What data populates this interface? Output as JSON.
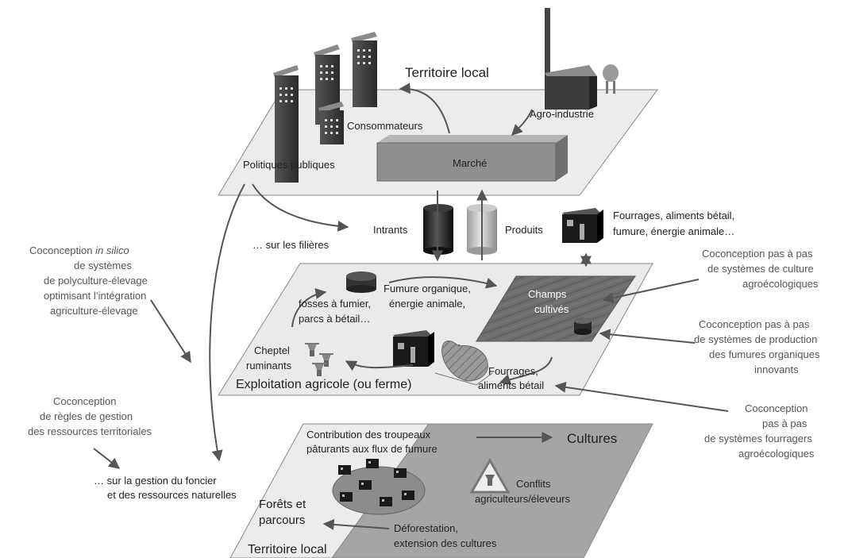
{
  "planes": {
    "top_title": "Territoire local",
    "middle_title": "Exploitation agricole (ou ferme)",
    "bottom_title": "Territoire local"
  },
  "top": {
    "consumers": "Consommateurs",
    "agro": "Agro-industrie",
    "policies": "Politiques publiques",
    "market": "Marché"
  },
  "flows": {
    "intrants": "Intrants",
    "produits": "Produits",
    "filieres": "… sur les filières",
    "fourrages_l1": "Fourrages, aliments bétail,",
    "fourrages_l2": "fumure, énergie animale…"
  },
  "farm": {
    "fumure_l1": "Fumure organique,",
    "fumure_l2": "énergie animale,",
    "fosses_l1": "fosses à fumier,",
    "fosses_l2": "parcs à bétail…",
    "champs_l1": "Champs",
    "champs_l2": "cultivés",
    "cheptel_l1": "Cheptel",
    "cheptel_l2": "ruminants",
    "fourrages_l1": "Fourrages,",
    "fourrages_l2": "aliments bétail"
  },
  "bottom": {
    "contrib_l1": "Contribution des troupeaux",
    "contrib_l2": "pâturants aux flux de fumure",
    "cultures": "Cultures",
    "conflits_l1": "Conflits",
    "conflits_l2": "agriculteurs/éleveurs",
    "forets_l1": "Forêts et",
    "forets_l2": "parcours",
    "defor_l1": "Déforestation,",
    "defor_l2": "extension des cultures",
    "gestion_l1": "… sur la gestion du foncier",
    "gestion_l2": "et des ressources naturelles"
  },
  "left_notes": {
    "silico_l1a": "Coconception ",
    "silico_l1b": "in silico",
    "silico_l2": "de systèmes",
    "silico_l3": "de polyculture-élevage",
    "silico_l4": "optimisant l’intégration",
    "silico_l5": "agriculture-élevage",
    "regles_l1": "Coconception",
    "regles_l2": "de règles de gestion",
    "regles_l3": "des ressources territoriales"
  },
  "right_notes": {
    "culture_l1": "Coconception pas à pas",
    "culture_l2": "de systèmes de culture",
    "culture_l3": "agroécologiques",
    "fumures_l1": "Coconception pas à pas",
    "fumures_l2": "de systèmes de production",
    "fumures_l3": "des fumures organiques",
    "fumures_l4": "innovants",
    "fourragers_l1": "Coconception",
    "fourragers_l2": "pas à pas",
    "fourragers_l3": "de systèmes fourragers",
    "fourragers_l4": "agroécologiques"
  }
}
